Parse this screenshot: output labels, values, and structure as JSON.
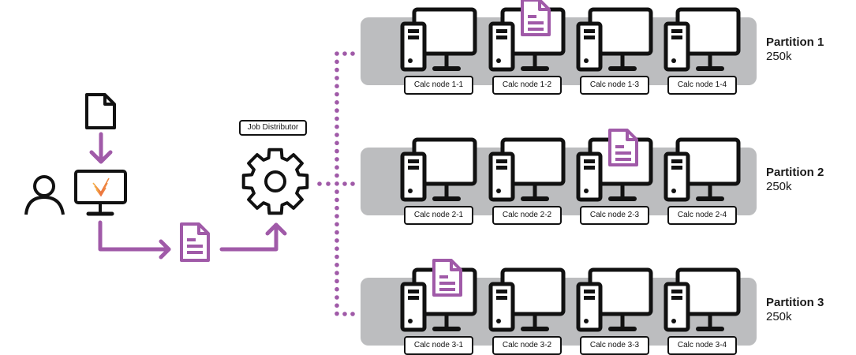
{
  "job_distributor": {
    "label": "Job Distributor"
  },
  "icons": {
    "user": "user-icon",
    "input_file": "file-icon",
    "workstation": "monitor-icon",
    "app_logo": "app-logo-icon",
    "job_file": "document-icon",
    "distributor": "gear-icon",
    "node": "desktop-computer-icon"
  },
  "colors": {
    "accent": "#a05aa8",
    "partition_bg": "#bcbdbf",
    "stroke": "#111111"
  },
  "partitions": [
    {
      "title": "Partition 1",
      "value": "250k",
      "nodes": [
        {
          "label": "Calc node 1-1",
          "has_job": false
        },
        {
          "label": "Calc node 1-2",
          "has_job": true
        },
        {
          "label": "Calc node 1-3",
          "has_job": false
        },
        {
          "label": "Calc node 1-4",
          "has_job": false
        }
      ]
    },
    {
      "title": "Partition 2",
      "value": "250k",
      "nodes": [
        {
          "label": "Calc node 2-1",
          "has_job": false
        },
        {
          "label": "Calc node 2-2",
          "has_job": false
        },
        {
          "label": "Calc node 2-3",
          "has_job": true
        },
        {
          "label": "Calc node 2-4",
          "has_job": false
        }
      ]
    },
    {
      "title": "Partition 3",
      "value": "250k",
      "nodes": [
        {
          "label": "Calc node 3-1",
          "has_job": true
        },
        {
          "label": "Calc node 3-2",
          "has_job": false
        },
        {
          "label": "Calc node 3-3",
          "has_job": false
        },
        {
          "label": "Calc node 3-4",
          "has_job": false
        }
      ]
    }
  ]
}
